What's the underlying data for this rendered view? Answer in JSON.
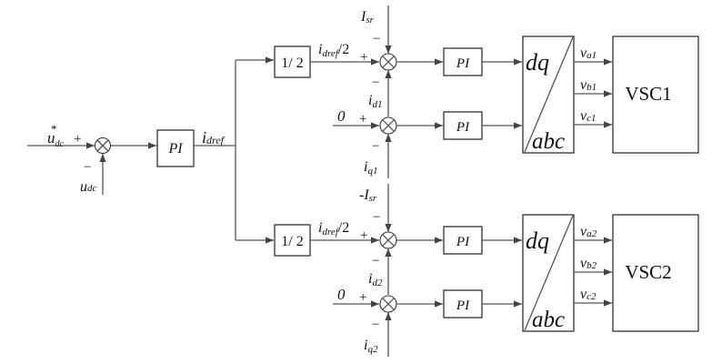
{
  "diagram": {
    "type": "control block diagram",
    "input": {
      "ref": "u",
      "ref_sub": "dc",
      "ref_sup": "*",
      "meas": "u",
      "meas_sub": "dc",
      "ref_sign": "+",
      "meas_sign": "−"
    },
    "outer_pi": {
      "label": "PI",
      "output": "i",
      "output_sub": "dref"
    },
    "branches": [
      {
        "gain": "1/ 2",
        "d_in": {
          "label": "i",
          "sub": "dref",
          "suffix": "/2",
          "sign": "+"
        },
        "d_ff": {
          "label": "I",
          "sub": "sr",
          "prefix": "",
          "sign": "−"
        },
        "d_fb": {
          "label": "i",
          "sub": "d1",
          "sign": "−"
        },
        "q_ref": {
          "label": "0",
          "sign": "+"
        },
        "q_fb": {
          "label": "i",
          "sub": "q1",
          "sign": "−"
        },
        "pi_d": "PI",
        "pi_q": "PI",
        "transform": {
          "top": "dq",
          "bottom": "abc"
        },
        "outputs": [
          {
            "label": "v",
            "sub": "a1"
          },
          {
            "label": "v",
            "sub": "b1"
          },
          {
            "label": "v",
            "sub": "c1"
          }
        ],
        "converter": "VSC1"
      },
      {
        "gain": "1/ 2",
        "d_in": {
          "label": "i",
          "sub": "dref",
          "suffix": "/2",
          "sign": "+"
        },
        "d_ff": {
          "label": "I",
          "sub": "sr",
          "prefix": "-",
          "sign": "−"
        },
        "d_fb": {
          "label": "i",
          "sub": "d2",
          "sign": "−"
        },
        "q_ref": {
          "label": "0",
          "sign": "+"
        },
        "q_fb": {
          "label": "i",
          "sub": "q2",
          "sign": "−"
        },
        "pi_d": "PI",
        "pi_q": "PI",
        "transform": {
          "top": "dq",
          "bottom": "abc"
        },
        "outputs": [
          {
            "label": "v",
            "sub": "a2"
          },
          {
            "label": "v",
            "sub": "b2"
          },
          {
            "label": "v",
            "sub": "c2"
          }
        ],
        "converter": "VSC2"
      }
    ]
  }
}
